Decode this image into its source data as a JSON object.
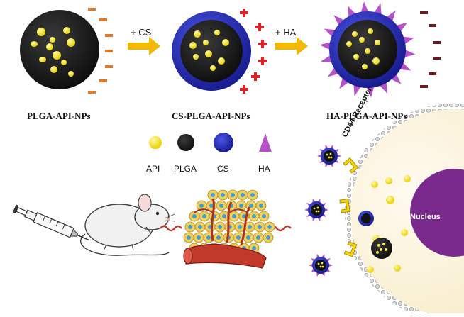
{
  "steps": [
    {
      "label": "PLGA-API-NPs"
    },
    {
      "label": "CS-PLGA-API-NPs"
    },
    {
      "label": "HA-PLGA-API-NPs"
    }
  ],
  "arrows": [
    {
      "label": "+ CS"
    },
    {
      "label": "+ HA"
    }
  ],
  "legend": [
    {
      "label": "API",
      "color": "#f2e52c"
    },
    {
      "label": "PLGA",
      "color": "#1c1c1c"
    },
    {
      "label": "CS",
      "color": "#2b2fb8"
    },
    {
      "label": "HA",
      "color": "#b552c9"
    }
  ],
  "cell": {
    "receptor_label": "CD44 Recepter",
    "nucleus_label": "Nucleus"
  },
  "colors": {
    "api": "#f2e52c",
    "plga": "#1c1c1c",
    "cs": "#2b2fb8",
    "ha": "#b552c9",
    "negative": "#e07a2a",
    "positive": "#d8232a",
    "ha_negative": "#6b1c22",
    "arrow": "#f3b800",
    "cell_body": "#fdf6e0",
    "nucleus": "#7a2a8c",
    "receptor": "#f7d000",
    "wave": "#c0392b"
  }
}
